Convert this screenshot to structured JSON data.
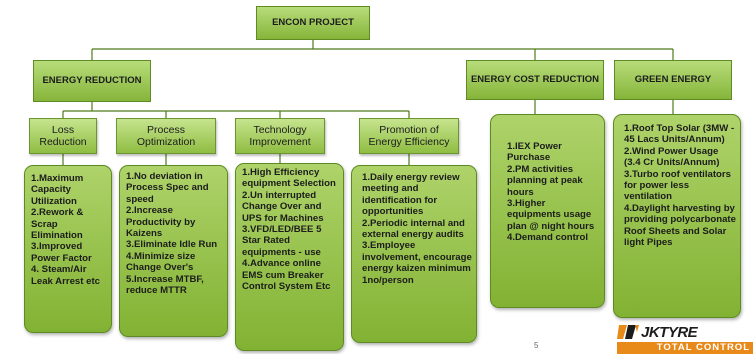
{
  "root": {
    "title": "ENCON PROJECT"
  },
  "energy_reduction": {
    "title": "ENERGY REDUCTION",
    "children": [
      {
        "title": "Loss Reduction",
        "items": [
          "1.Maximum Capacity Utilization",
          "2.Rework & Scrap Elimination",
          "3.Improved Power Factor",
          "4. Steam/Air Leak Arrest etc"
        ]
      },
      {
        "title": "Process Optimization",
        "items": [
          "1.No deviation in Process Spec and speed",
          "2.Increase Productivity by Kaizens",
          "3.Eliminate Idle Run",
          "4.Minimize size Change Over's",
          "5.Increase MTBF, reduce MTTR"
        ]
      },
      {
        "title": "Technology Improvement",
        "items": [
          "1.High Efficiency equipment Selection",
          "2.Un interrupted Change Over and UPS for Machines",
          "3.VFD/LED/BEE 5 Star Rated equipments - use",
          "4.Advance online EMS cum Breaker Control System Etc"
        ]
      },
      {
        "title": "Promotion of Energy Efficiency",
        "items": [
          "1.Daily energy review meeting and identification for opportunities",
          "2.Periodic internal and external energy audits",
          "3.Employee involvement, encourage energy kaizen minimum 1no/person"
        ]
      }
    ]
  },
  "energy_cost_reduction": {
    "title": "ENERGY COST REDUCTION",
    "items": [
      "1.IEX Power Purchase",
      "2.PM activities planning at peak hours",
      "3.Higher equipments usage plan @ night hours",
      "4.Demand control"
    ]
  },
  "green_energy": {
    "title": "GREEN ENERGY",
    "items": [
      "1.Roof Top Solar (3MW - 45 Lacs Units/Annum)",
      "2.Wind Power Usage (3.4 Cr Units/Annum)",
      "3.Turbo roof ventilators for power less ventilation",
      "4.Daylight harvesting by providing polycarbonate Roof Sheets and Solar light Pipes"
    ]
  },
  "footer": {
    "page_number": "5",
    "logo_brand": "JKTYRE",
    "logo_tagline": "TOTAL CONTROL"
  },
  "colors": {
    "box_green": "#8fbd42",
    "list_green": "#82b233",
    "connector": "#4d7a1c",
    "logo_orange": "#e88a1a"
  }
}
